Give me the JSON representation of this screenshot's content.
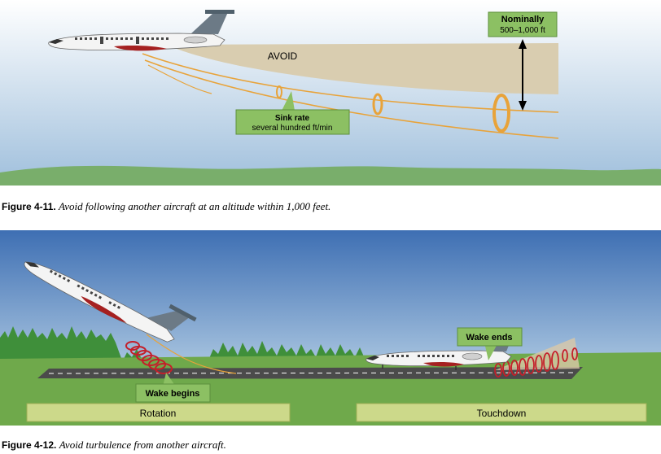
{
  "figure_1": {
    "labels": {
      "avoid": "AVOID",
      "nominally": "Nominally",
      "altitude_range": "500–1,000 ft",
      "sink_rate": "Sink rate",
      "sink_rate_value": "several hundred ft/min"
    },
    "caption_number": "Figure 4-11.",
    "caption_text": "Avoid following another aircraft at an altitude within 1,000 feet."
  },
  "figure_2": {
    "labels": {
      "wake_begins": "Wake begins",
      "wake_ends": "Wake ends",
      "rotation": "Rotation",
      "touchdown": "Touchdown"
    },
    "caption_number": "Figure 4-12.",
    "caption_text": "Avoid turbulence from another aircraft."
  },
  "colors": {
    "sky_light": "#ffffff",
    "sky_blue": "#a8c4df",
    "avoid_zone": "#d9cdb0",
    "wake_line": "#e8a33a",
    "label_box": "#8cc063",
    "ground_green": "#79ae6b",
    "runway": "#4b4b4b",
    "vortex_red": "#c41f2a",
    "sky_dark": "#3e6fb3"
  }
}
